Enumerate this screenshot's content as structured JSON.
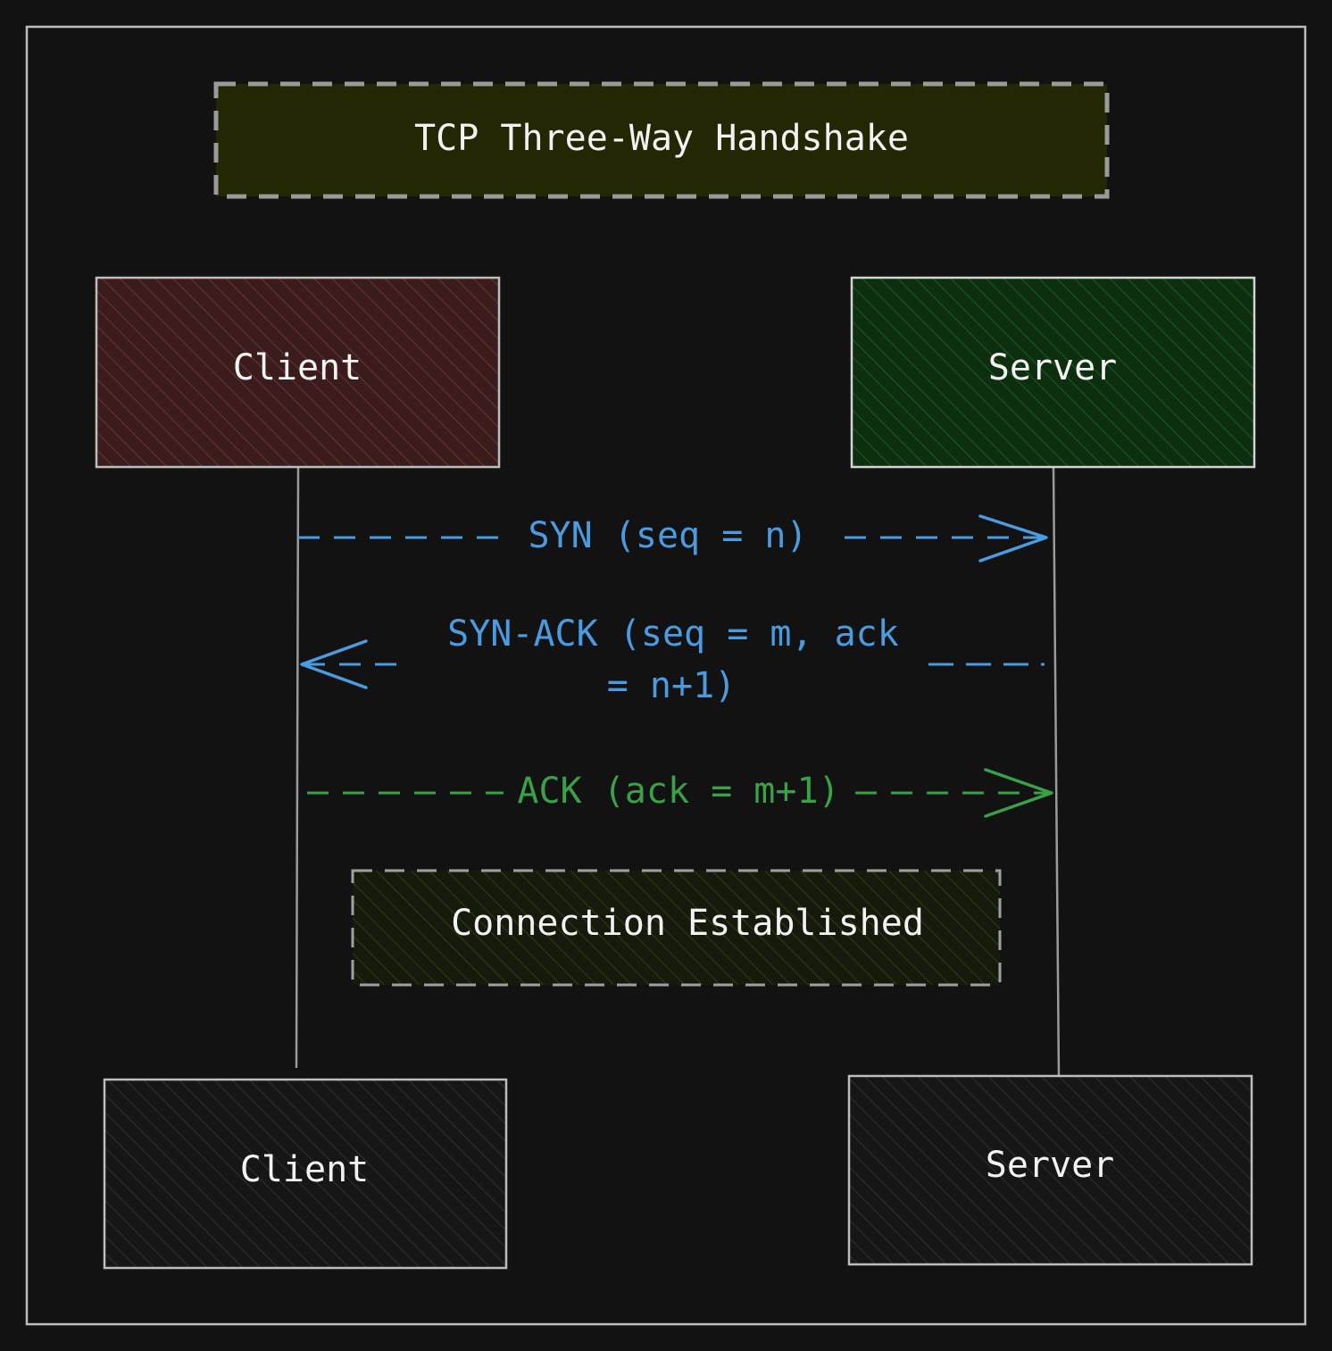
{
  "title": "TCP Three-Way Handshake",
  "participants": {
    "client_top": "Client",
    "server_top": "Server",
    "client_bottom": "Client",
    "server_bottom": "Server"
  },
  "messages": {
    "syn": "SYN (seq = n)",
    "synack_line1": "SYN-ACK (seq = m, ack",
    "synack_line2": "= n+1)",
    "ack": "ACK (ack = m+1)"
  },
  "note": "Connection Established",
  "colors": {
    "background": "#121212",
    "stroke": "#b8b8b8",
    "title_fill": "#232703",
    "client_fill": "#5a2a2a",
    "server_fill": "#145014",
    "note_fill": "#2b3210",
    "bottom_fill": "#2a2a2a",
    "message_blue": "#4a9be0",
    "message_green": "#3aa04a"
  }
}
